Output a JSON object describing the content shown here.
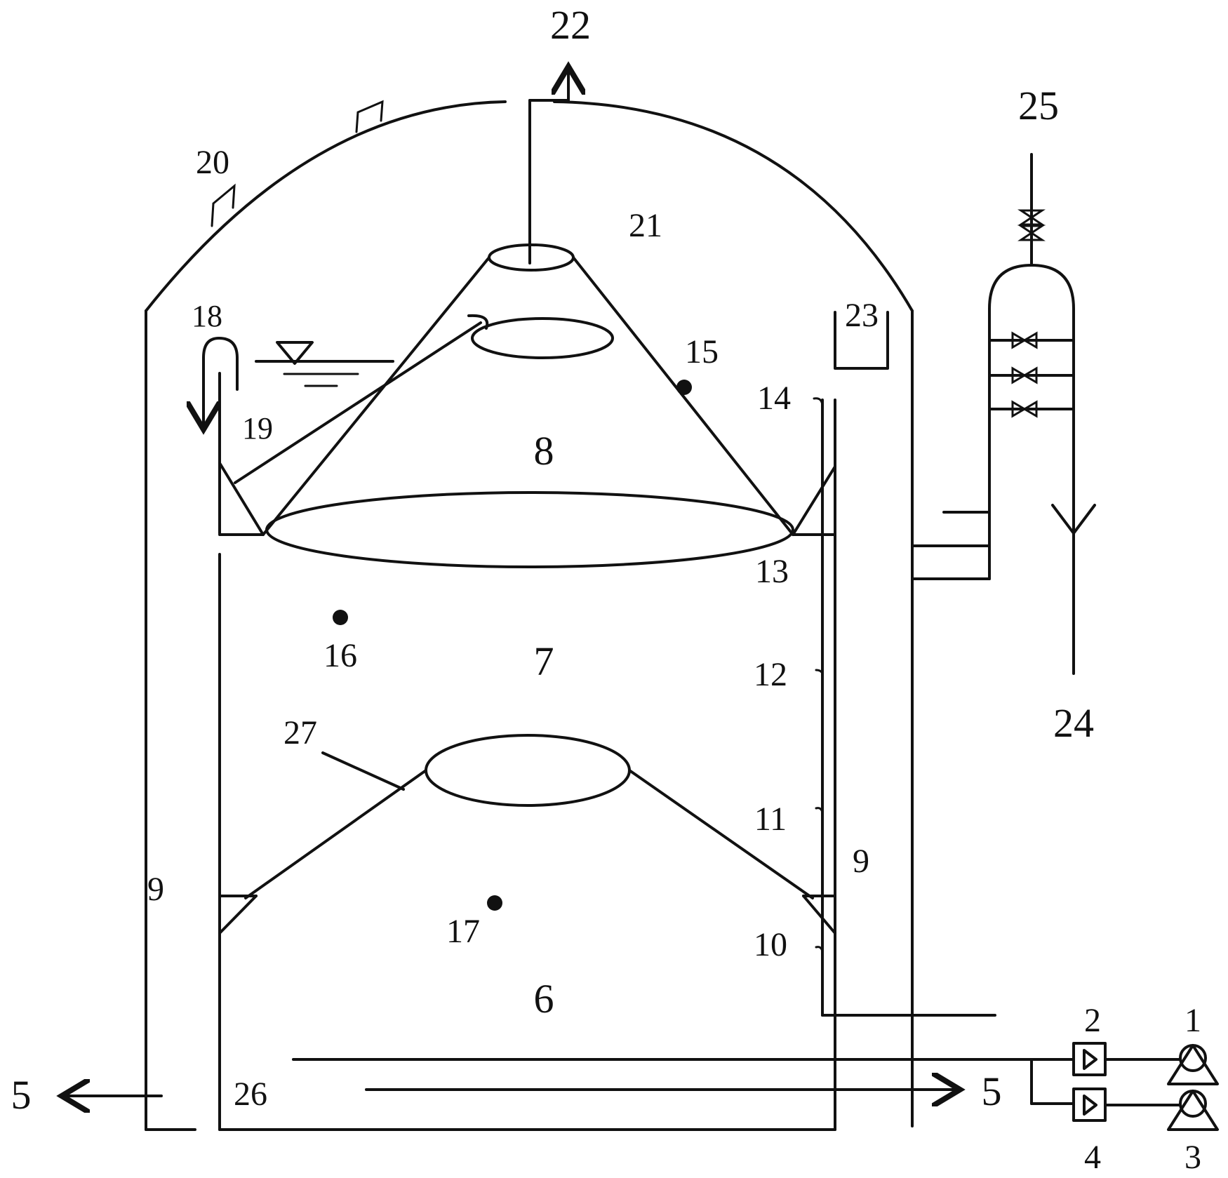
{
  "labels": {
    "n1": "1",
    "n2": "2",
    "n3": "3",
    "n4": "4",
    "n5_left": "5",
    "n5_right": "5",
    "n6": "6",
    "n7": "7",
    "n8": "8",
    "n9_left": "9",
    "n9_right": "9",
    "n10": "10",
    "n11": "11",
    "n12": "12",
    "n13": "13",
    "n14": "14",
    "n15": "15",
    "n16": "16",
    "n17": "17",
    "n18": "18",
    "n19": "19",
    "n20": "20",
    "n21": "21",
    "n22": "22",
    "n23": "23",
    "n24": "24",
    "n25": "25",
    "n26": "26",
    "n27": "27"
  }
}
